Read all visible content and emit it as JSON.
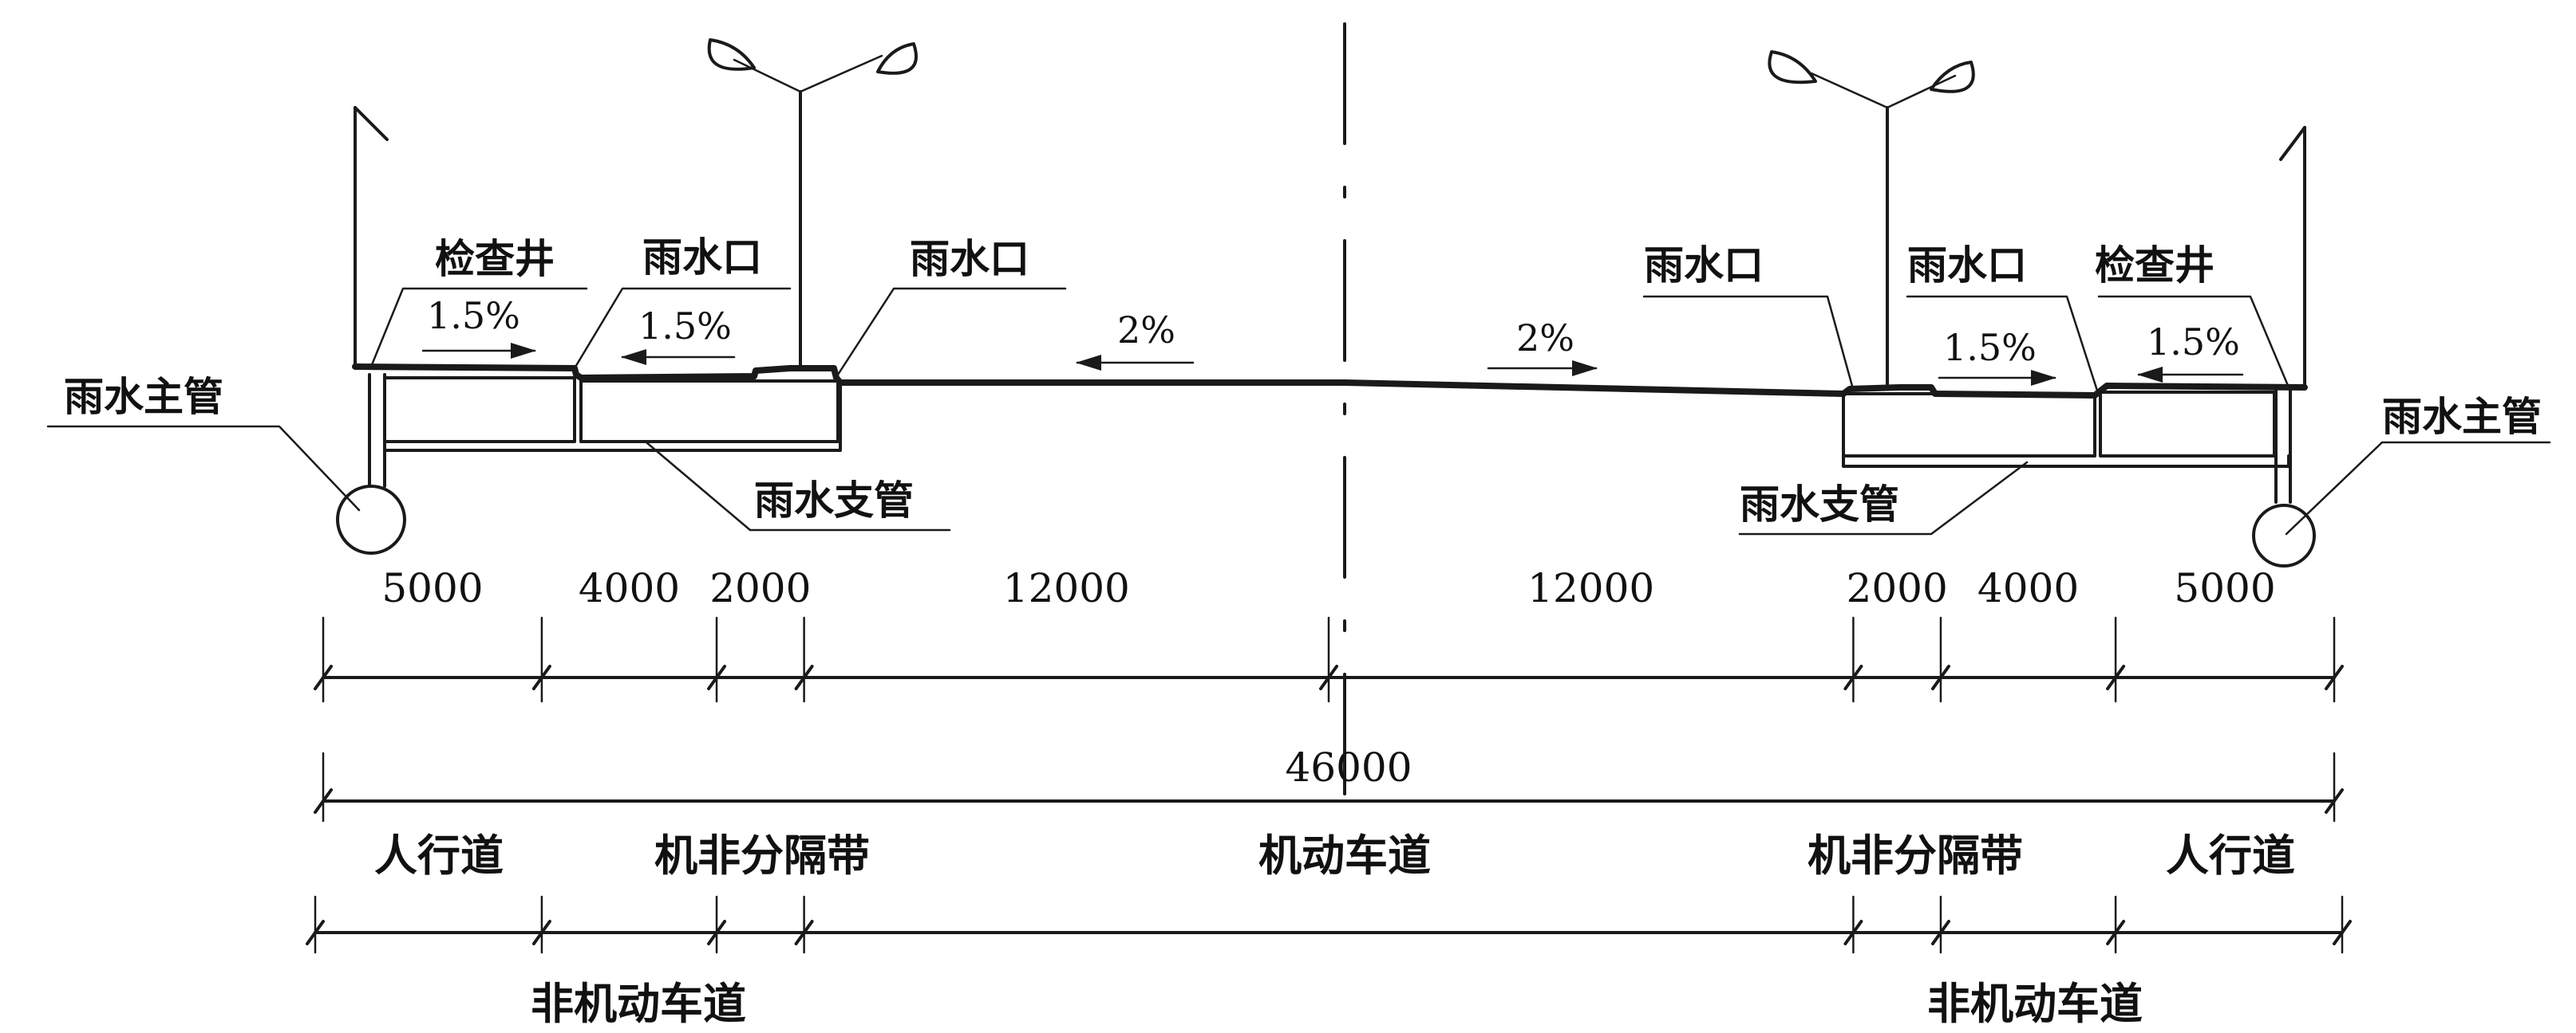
{
  "callouts": {
    "inspection_well_left": "检查井",
    "inlet_left_a": "雨水口",
    "inlet_left_b": "雨水口",
    "main_pipe_left": "雨水主管",
    "branch_pipe_left": "雨水支管",
    "inlet_right_a": "雨水口",
    "inlet_right_b": "雨水口",
    "inspection_well_right": "检查井",
    "main_pipe_right": "雨水主管",
    "branch_pipe_right": "雨水支管"
  },
  "slopes": {
    "left_sidewalk": "1.5%",
    "left_bike": "1.5%",
    "left_carriageway": "2%",
    "right_carriageway": "2%",
    "right_bike": "1.5%",
    "right_sidewalk": "1.5%"
  },
  "dimensions": {
    "segments": [
      {
        "label": "5000",
        "value": 5000
      },
      {
        "label": "4000",
        "value": 4000
      },
      {
        "label": "2000",
        "value": 2000
      },
      {
        "label": "12000",
        "value": 12000
      },
      {
        "label": "12000",
        "value": 12000
      },
      {
        "label": "2000",
        "value": 2000
      },
      {
        "label": "4000",
        "value": 4000
      },
      {
        "label": "5000",
        "value": 5000
      }
    ],
    "total": "46000"
  },
  "zones": {
    "sidewalk_left": "人行道",
    "separator_left": "机非分隔带",
    "carriageway": "机动车道",
    "separator_right": "机非分隔带",
    "sidewalk_right": "人行道",
    "bike_lane_left": "非机动车道",
    "bike_lane_right": "非机动车道"
  }
}
